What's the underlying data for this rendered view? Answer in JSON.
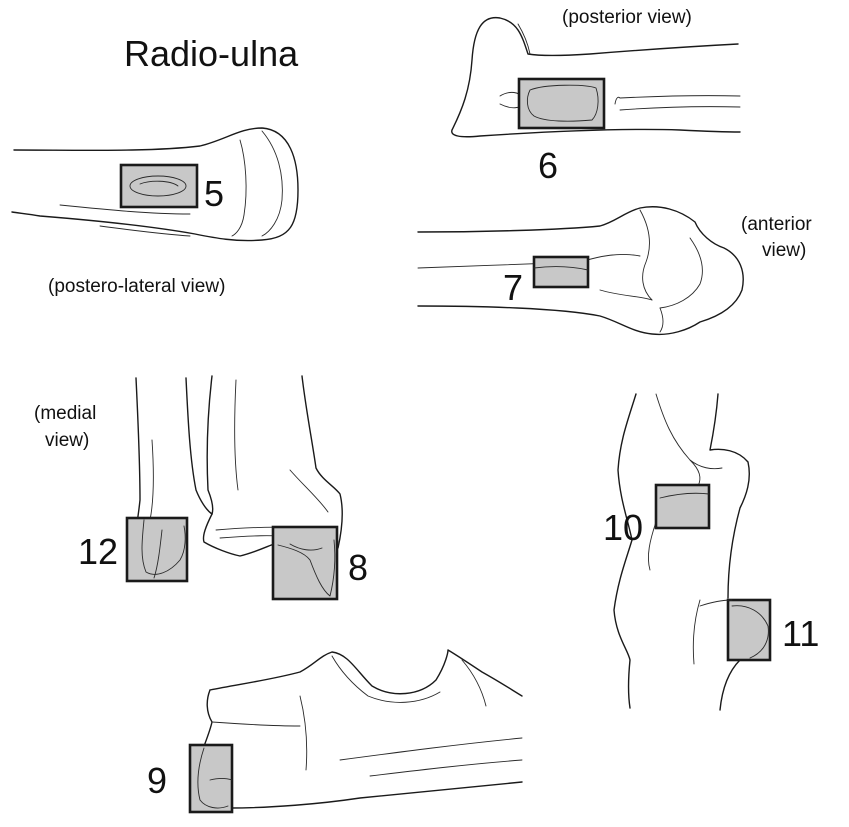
{
  "title": "Radio-ulna",
  "colors": {
    "box_fill": "#c8c8c8",
    "stroke": "#1a1a1a"
  },
  "views": {
    "posterior": "(posterior view)",
    "postero_lateral": "(postero-lateral view)",
    "anterior_line1": "(anterior",
    "anterior_line2": "view)",
    "medial_line1": "(medial",
    "medial_line2": "view)"
  },
  "markers": {
    "m5": "5",
    "m6": "6",
    "m7": "7",
    "m8": "8",
    "m9": "9",
    "m10": "10",
    "m11": "11",
    "m12": "12"
  }
}
